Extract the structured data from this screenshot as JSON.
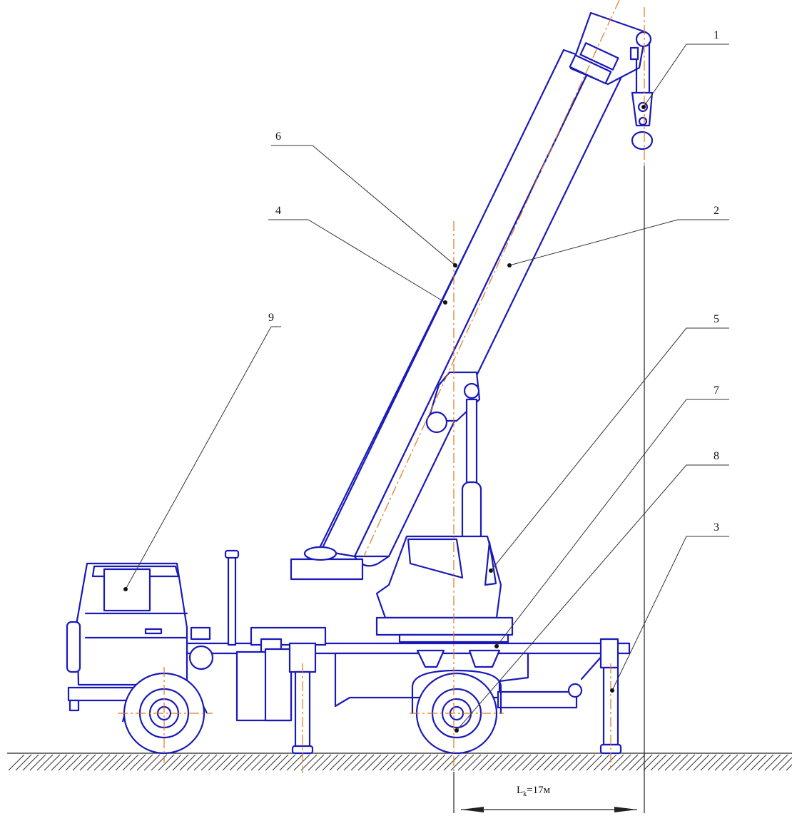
{
  "callouts": [
    {
      "id": "1",
      "text": "1"
    },
    {
      "id": "2",
      "text": "2"
    },
    {
      "id": "3",
      "text": "3"
    },
    {
      "id": "4",
      "text": "4"
    },
    {
      "id": "5",
      "text": "5"
    },
    {
      "id": "6",
      "text": "6"
    },
    {
      "id": "7",
      "text": "7"
    },
    {
      "id": "8",
      "text": "8"
    },
    {
      "id": "9",
      "text": "9"
    }
  ],
  "dimension": {
    "symbol": "L",
    "subscript": "k",
    "value_text": "=17м"
  },
  "colors": {
    "outline": "#1a1ab8",
    "centerline": "#e07820",
    "text": "#111111"
  }
}
